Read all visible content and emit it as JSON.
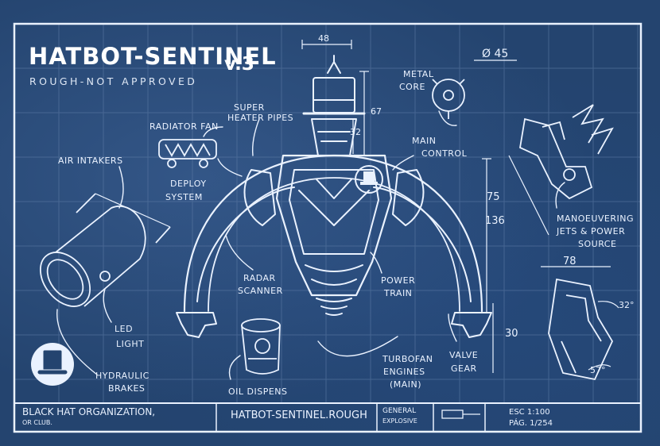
{
  "header": {
    "title": "HATBOT-SENTINEL",
    "version": "v.3",
    "subtitle": "ROUGH-NOT APPROVED"
  },
  "labels": {
    "radiator_fan": "RADIATOR FAN",
    "super_heater_pipes_1": "SUPER",
    "super_heater_pipes_2": "HEATER PIPES",
    "metal_core_1": "METAL",
    "metal_core_2": "CORE",
    "main_control_1": "MAIN",
    "main_control_2": "CONTROL",
    "air_intakers": "AIR INTAKERS",
    "deploy_system_1": "DEPLOY",
    "deploy_system_2": "SYSTEM",
    "maneuvering_1": "MANOEUVERING",
    "maneuvering_2": "JETS & POWER",
    "maneuvering_3": "SOURCE",
    "radar_scanner_1": "RADAR",
    "radar_scanner_2": "SCANNER",
    "power_train_1": "POWER",
    "power_train_2": "TRAIN",
    "led_light_1": "LED",
    "led_light_2": "LIGHT",
    "hydraulic_brakes_1": "HYDRAULIC",
    "hydraulic_brakes_2": "BRAKES",
    "turbofan_1": "TURBOFAN",
    "turbofan_2": "ENGINES",
    "turbofan_3": "(MAIN)",
    "valve_gear_1": "VALVE",
    "valve_gear_2": "GEAR",
    "oil_dispens": "OIL DISPENS"
  },
  "dimensions": {
    "d48": "48",
    "d67": "67",
    "d32": "32",
    "d45": "Ø 45",
    "d75": "75",
    "d136": "136",
    "d78": "78",
    "d30": "30",
    "a32": "32°",
    "a57": "57°"
  },
  "footer": {
    "org_1": "BLACK HAT ORGANIZATION,",
    "org_2": "OR CLUB.",
    "drawing_name": "HATBOT-SENTINEL.ROUGH",
    "category_1": "GENERAL",
    "category_2": "EXPLOSIVE",
    "scale": "ESC 1:100",
    "page": "PÁG. 1/254"
  },
  "colors": {
    "paper": "#24446f",
    "line": "#eaf2ff",
    "grid": "#5a78a3",
    "frame": "#0d1626"
  }
}
